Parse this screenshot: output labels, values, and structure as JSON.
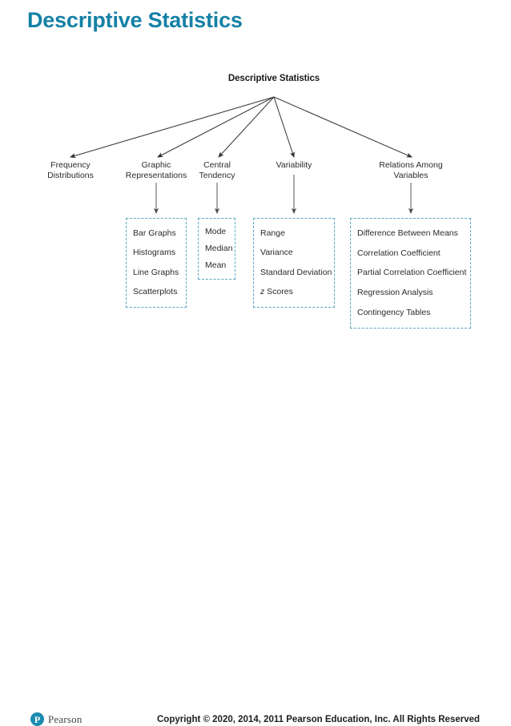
{
  "slide": {
    "title": "Descriptive Statistics",
    "title_color": "#1581a6"
  },
  "figure": {
    "root": {
      "label": "Descriptive Statistics"
    },
    "branches": [
      {
        "label": "Frequency\nDistributions"
      },
      {
        "label": "Graphic\nRepresentations"
      },
      {
        "label": "Central\nTendency"
      },
      {
        "label": "Variability"
      },
      {
        "label": "Relations Among\nVariables"
      }
    ],
    "boxes": [
      {
        "owner": "Graphic Representations",
        "items": [
          "Bar Graphs",
          "Histograms",
          "Line Graphs",
          "Scatterplots"
        ]
      },
      {
        "owner": "Central Tendency",
        "items": [
          "Mode",
          "Median",
          "Mean"
        ]
      },
      {
        "owner": "Variability",
        "items": [
          "Range",
          "Variance",
          "Standard Deviation",
          "z Scores"
        ]
      },
      {
        "owner": "Relations Among Variables",
        "items": [
          "Difference Between Means",
          "Correlation Coefficient",
          "Partial Correlation Coefficient",
          "Regression Analysis",
          "Contingency Tables"
        ]
      }
    ],
    "box_border_color": "#5aa6c6",
    "arrow_color": "#3a3a3a"
  },
  "footer": {
    "logo_mark": "P",
    "logo_word": "Pearson",
    "logo_color": "#1b8bb0",
    "copyright": "Copyright © 2020, 2014, 2011 Pearson Education, Inc. All Rights Reserved"
  }
}
